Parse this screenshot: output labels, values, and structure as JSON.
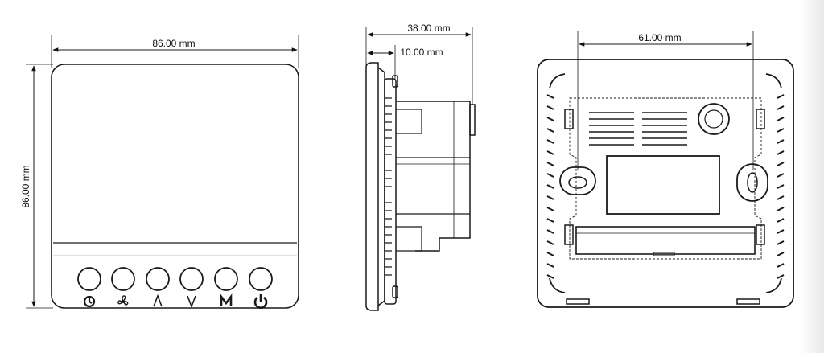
{
  "front_view": {
    "width_label": "86.00 mm",
    "height_label": "86.00 mm",
    "buttons": [
      {
        "name": "clock-icon",
        "glyph": "clock"
      },
      {
        "name": "fan-icon",
        "glyph": "fan"
      },
      {
        "name": "up-arrow-icon",
        "glyph": "up"
      },
      {
        "name": "down-arrow-icon",
        "glyph": "down"
      },
      {
        "name": "mode-icon",
        "glyph": "M"
      },
      {
        "name": "power-icon",
        "glyph": "power"
      }
    ]
  },
  "side_view": {
    "depth_label": "38.00 mm",
    "plate_label": "10.00 mm"
  },
  "back_view": {
    "hole_spacing_label": "61.00 mm"
  },
  "colors": {
    "line": "#1a1a1a",
    "thin": "#555555"
  }
}
